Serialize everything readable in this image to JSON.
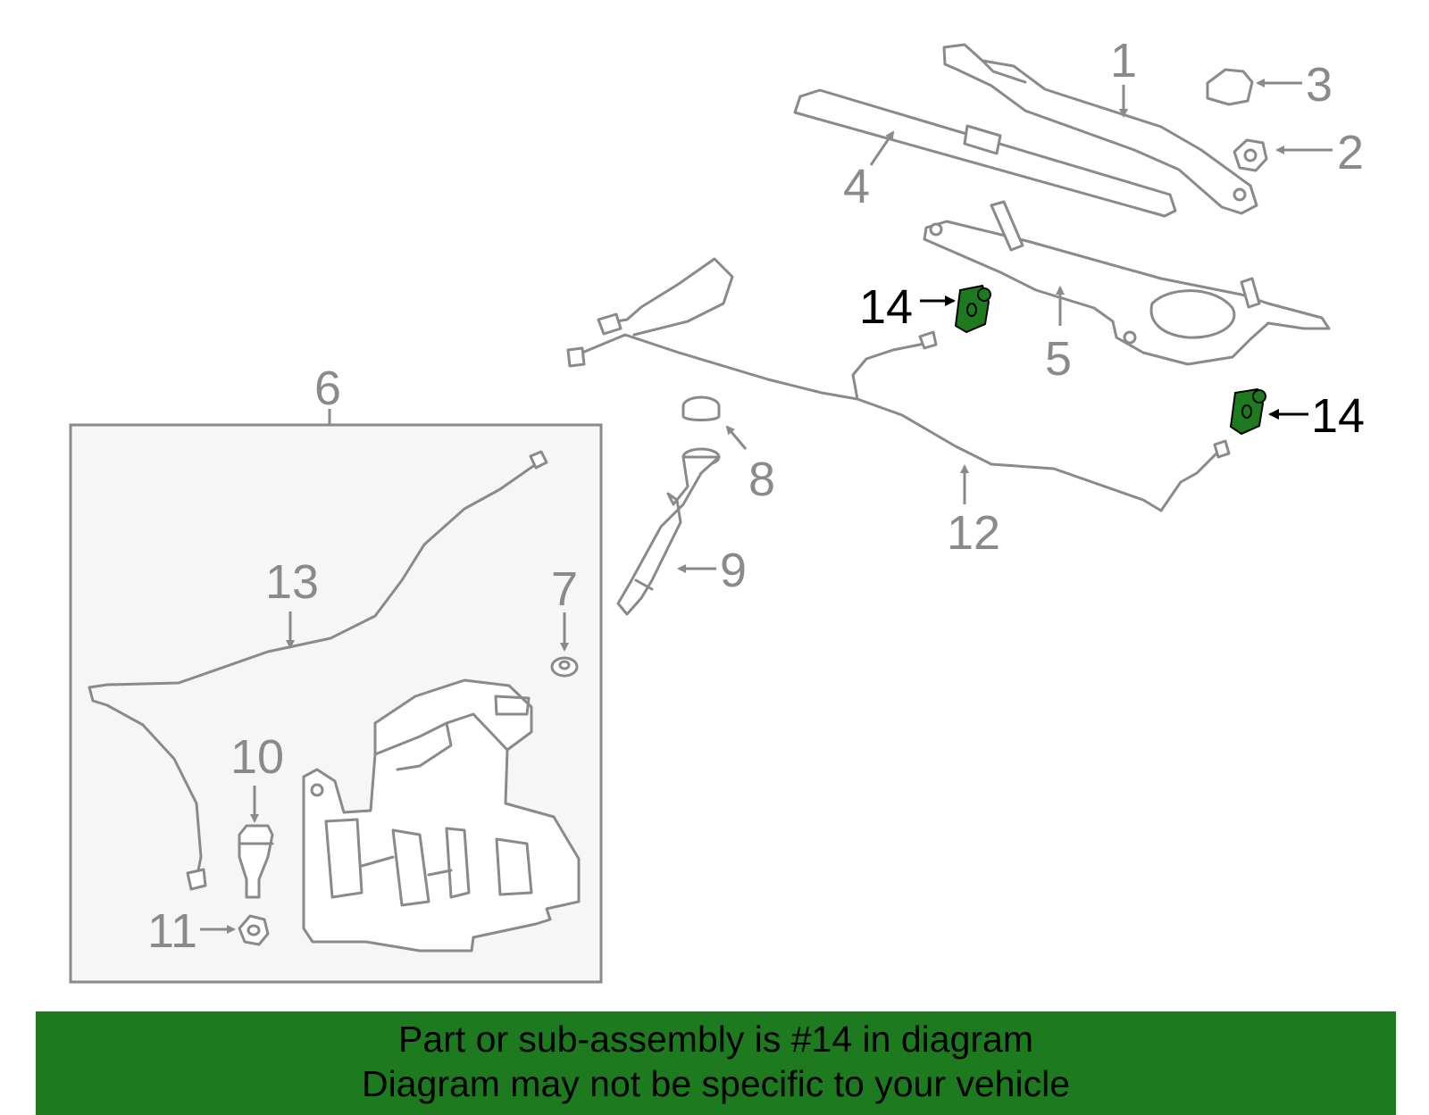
{
  "diagram": {
    "highlight_color": "#1e7a1e",
    "line_color": "#8a8a8a",
    "box_fill": "#f6f6f6",
    "callouts": {
      "c1": "1",
      "c2": "2",
      "c3": "3",
      "c4": "4",
      "c5": "5",
      "c6": "6",
      "c7": "7",
      "c8": "8",
      "c9": "9",
      "c10": "10",
      "c11": "11",
      "c12": "12",
      "c13": "13",
      "c14a": "14",
      "c14b": "14"
    }
  },
  "banner": {
    "line1": "Part or sub-assembly is #14 in diagram",
    "line2": "Diagram may not be specific to your vehicle"
  }
}
